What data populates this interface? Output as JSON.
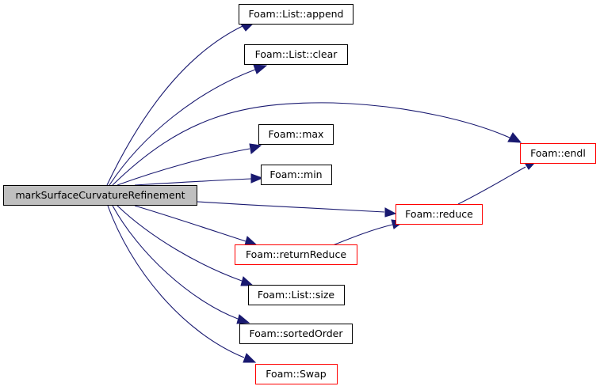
{
  "colors": {
    "edge": "#191970",
    "root_fill": "#bfbfbf",
    "node_border_black": "#000000",
    "node_border_red": "#ff0000",
    "background": "#ffffff"
  },
  "nodes": {
    "root": {
      "label": "markSurfaceCurvatureRefinement"
    },
    "append": {
      "label": "Foam::List::append"
    },
    "clear": {
      "label": "Foam::List::clear"
    },
    "max": {
      "label": "Foam::max"
    },
    "min": {
      "label": "Foam::min"
    },
    "endl": {
      "label": "Foam::endl"
    },
    "reduce": {
      "label": "Foam::reduce"
    },
    "returnReduce": {
      "label": "Foam::returnReduce"
    },
    "size": {
      "label": "Foam::List::size"
    },
    "sortedOrder": {
      "label": "Foam::sortedOrder"
    },
    "swap": {
      "label": "Foam::Swap"
    }
  }
}
